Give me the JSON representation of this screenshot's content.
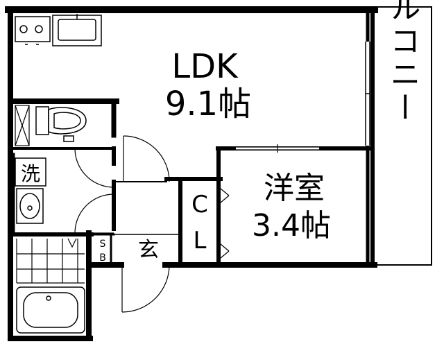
{
  "rooms": {
    "ldk": {
      "name": "LDK",
      "size": "9.1帖"
    },
    "western_room": {
      "name": "洋室",
      "size": "3.4帖"
    },
    "balcony": {
      "name": "バルコニー"
    },
    "closet": {
      "top": "C",
      "bottom": "L"
    },
    "entrance": {
      "name": "玄"
    },
    "shoe_box": {
      "top": "S",
      "bottom": "B"
    },
    "laundry": {
      "name": "洗"
    }
  }
}
